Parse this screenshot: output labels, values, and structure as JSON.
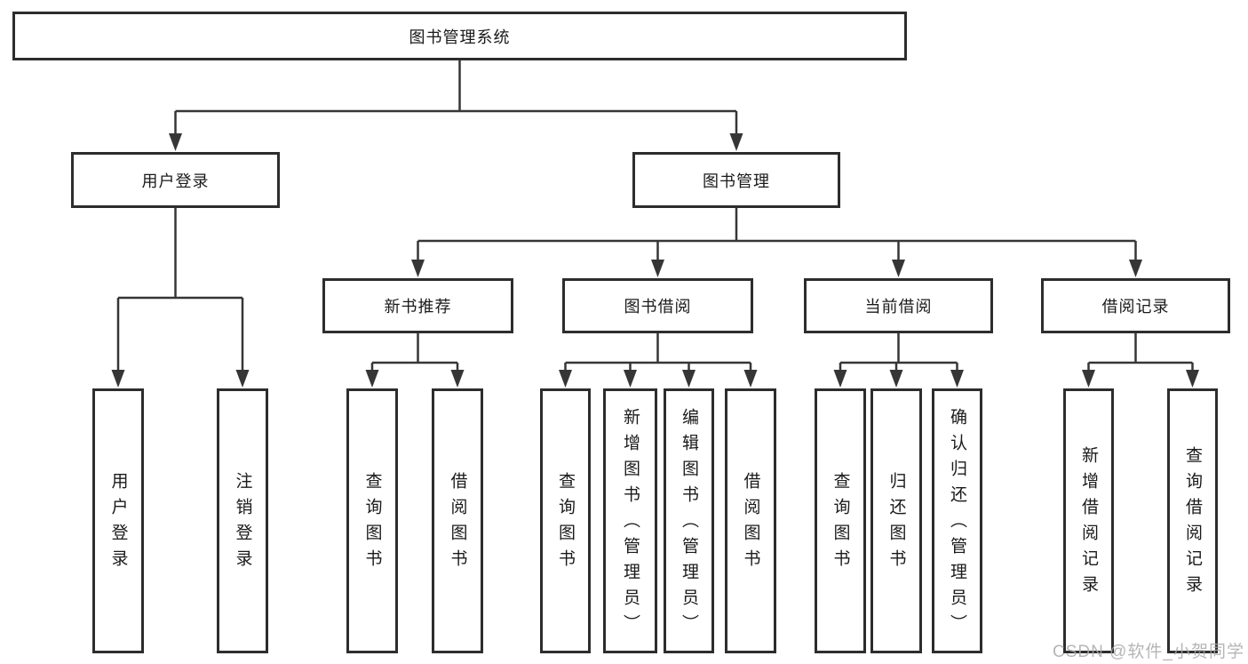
{
  "root": {
    "label": "图书管理系统"
  },
  "branches": {
    "user_login": {
      "label": "用户登录",
      "leaves": [
        {
          "label": "用户登录"
        },
        {
          "label": "注销登录"
        }
      ]
    },
    "book_mgmt": {
      "label": "图书管理",
      "modules": [
        {
          "label": "新书推荐",
          "leaves": [
            {
              "label": "查询图书"
            },
            {
              "label": "借阅图书"
            }
          ]
        },
        {
          "label": "图书借阅",
          "leaves": [
            {
              "label": "查询图书"
            },
            {
              "label": "新增图书（管理员）"
            },
            {
              "label": "编辑图书（管理员）"
            },
            {
              "label": "借阅图书"
            }
          ]
        },
        {
          "label": "当前借阅",
          "leaves": [
            {
              "label": "查询图书"
            },
            {
              "label": "归还图书"
            },
            {
              "label": "确认归还（管理员）"
            }
          ]
        },
        {
          "label": "借阅记录",
          "leaves": [
            {
              "label": "新增借阅记录"
            },
            {
              "label": "查询借阅记录"
            }
          ]
        }
      ]
    }
  },
  "watermark": {
    "text": "CSDN @软件_小贺同学"
  },
  "colors": {
    "line": "#363636",
    "box_border": "#2d2d2d",
    "box_fill": "#ffffff",
    "text": "#1a1a1a",
    "watermark": "#a8a8a8"
  }
}
